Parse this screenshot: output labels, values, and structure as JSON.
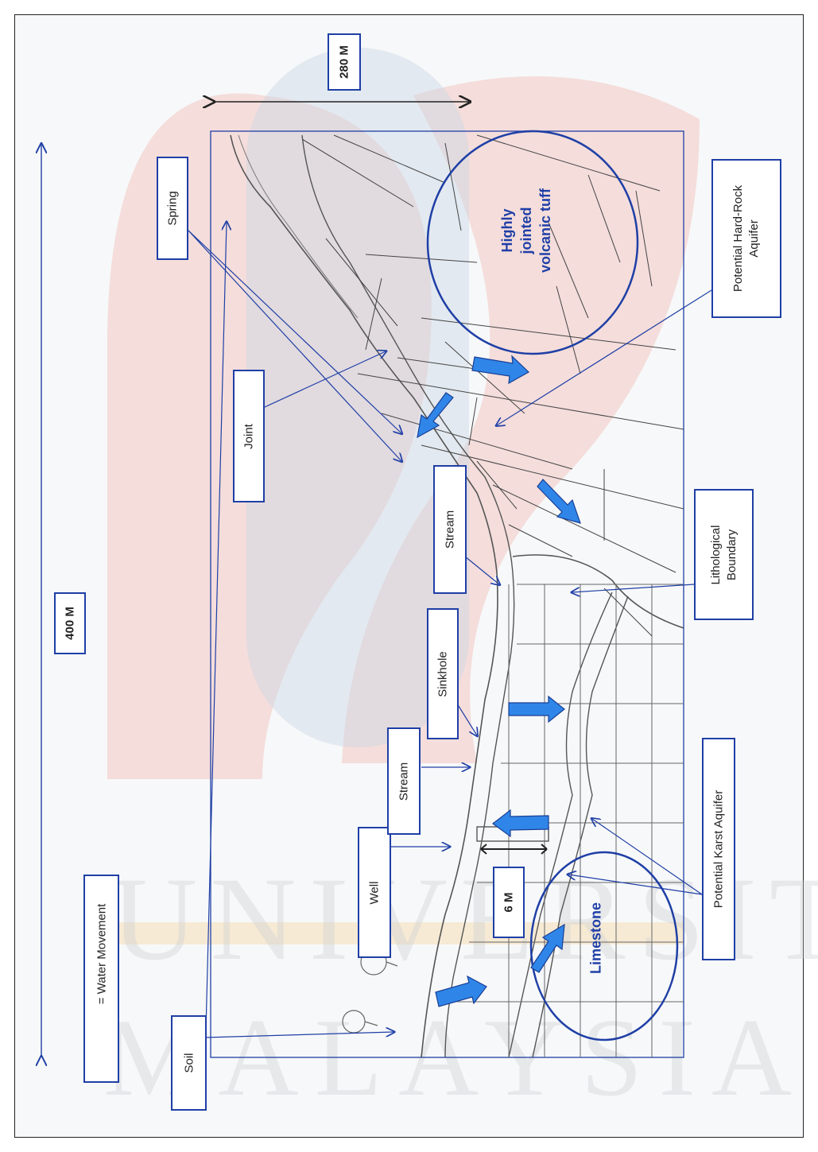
{
  "diagram": {
    "dimensions": {
      "width_label": "400 M",
      "height_label": "280 M",
      "well_depth_label": "6 M"
    },
    "legend": {
      "text": "= Water Movement"
    },
    "labels": {
      "soil": "Soil",
      "well": "Well",
      "stream_lower": "Stream",
      "sinkhole": "Sinkhole",
      "stream_upper": "Stream",
      "joint": "Joint",
      "spring": "Spring",
      "karst_aquifer": "Potential Karst Aquifer",
      "lithological_boundary_line1": "Lithological",
      "lithological_boundary_line2": "Boundary",
      "hardrock_aquifer_line1": "Potential Hard-Rock",
      "hardrock_aquifer_line2": "Aquifer"
    },
    "rock_units": {
      "limestone": "Limestone",
      "tuff_line1": "Highly",
      "tuff_line2": "jointed",
      "tuff_line3": "volcanic tuff"
    },
    "watermark": {
      "line1": "UNIVERSITI",
      "line2": "MALAYSIA"
    },
    "colors": {
      "accent_blue": "#1f3fa6",
      "arrow_blue": "#2f86e8",
      "watermark_red": "#f3c7c2",
      "watermark_blue": "#c9d6e4"
    }
  }
}
